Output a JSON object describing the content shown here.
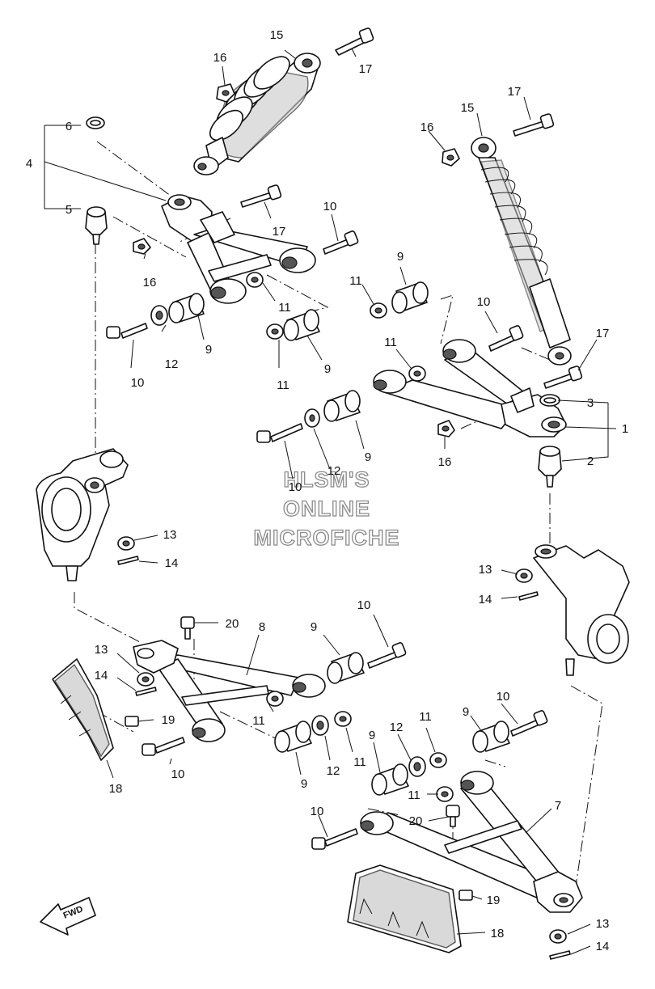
{
  "watermark": {
    "line1": "HLSM'S",
    "line2": "ONLINE",
    "line3": "MICROFICHE"
  },
  "direction_badge": "FWD",
  "callouts": [
    {
      "id": "c1",
      "text": "15"
    },
    {
      "id": "c2",
      "text": "16"
    },
    {
      "id": "c3",
      "text": "17"
    },
    {
      "id": "c4",
      "text": "6"
    },
    {
      "id": "c5",
      "text": "4"
    },
    {
      "id": "c6",
      "text": "5"
    },
    {
      "id": "c7",
      "text": "17"
    },
    {
      "id": "c8",
      "text": "10"
    },
    {
      "id": "c9",
      "text": "16"
    },
    {
      "id": "c10",
      "text": "11"
    },
    {
      "id": "c11",
      "text": "9"
    },
    {
      "id": "c12",
      "text": "12"
    },
    {
      "id": "c13",
      "text": "10"
    },
    {
      "id": "c14",
      "text": "11"
    },
    {
      "id": "c15",
      "text": "9"
    },
    {
      "id": "c16",
      "text": "15"
    },
    {
      "id": "c17",
      "text": "17"
    },
    {
      "id": "c18",
      "text": "16"
    },
    {
      "id": "c19",
      "text": "9"
    },
    {
      "id": "c20",
      "text": "11"
    },
    {
      "id": "c21",
      "text": "10"
    },
    {
      "id": "c22",
      "text": "11"
    },
    {
      "id": "c23",
      "text": "17"
    },
    {
      "id": "c24",
      "text": "3"
    },
    {
      "id": "c25",
      "text": "1"
    },
    {
      "id": "c26",
      "text": "2"
    },
    {
      "id": "c27",
      "text": "16"
    },
    {
      "id": "c28",
      "text": "9"
    },
    {
      "id": "c29",
      "text": "12"
    },
    {
      "id": "c30",
      "text": "10"
    },
    {
      "id": "c31",
      "text": "13"
    },
    {
      "id": "c32",
      "text": "14"
    },
    {
      "id": "c33",
      "text": "13"
    },
    {
      "id": "c34",
      "text": "14"
    },
    {
      "id": "c35",
      "text": "20"
    },
    {
      "id": "c36",
      "text": "8"
    },
    {
      "id": "c37",
      "text": "9"
    },
    {
      "id": "c38",
      "text": "10"
    },
    {
      "id": "c39",
      "text": "13"
    },
    {
      "id": "c40",
      "text": "14"
    },
    {
      "id": "c41",
      "text": "19"
    },
    {
      "id": "c42",
      "text": "11"
    },
    {
      "id": "c43",
      "text": "10"
    },
    {
      "id": "c44",
      "text": "18"
    },
    {
      "id": "c45",
      "text": "9"
    },
    {
      "id": "c46",
      "text": "12"
    },
    {
      "id": "c47",
      "text": "11"
    },
    {
      "id": "c48",
      "text": "9"
    },
    {
      "id": "c49",
      "text": "12"
    },
    {
      "id": "c50",
      "text": "11"
    },
    {
      "id": "c51",
      "text": "9"
    },
    {
      "id": "c52",
      "text": "10"
    },
    {
      "id": "c53",
      "text": "11"
    },
    {
      "id": "c54",
      "text": "10"
    },
    {
      "id": "c55",
      "text": "20"
    },
    {
      "id": "c56",
      "text": "7"
    },
    {
      "id": "c57",
      "text": "19"
    },
    {
      "id": "c58",
      "text": "18"
    },
    {
      "id": "c59",
      "text": "13"
    },
    {
      "id": "c60",
      "text": "14"
    }
  ]
}
